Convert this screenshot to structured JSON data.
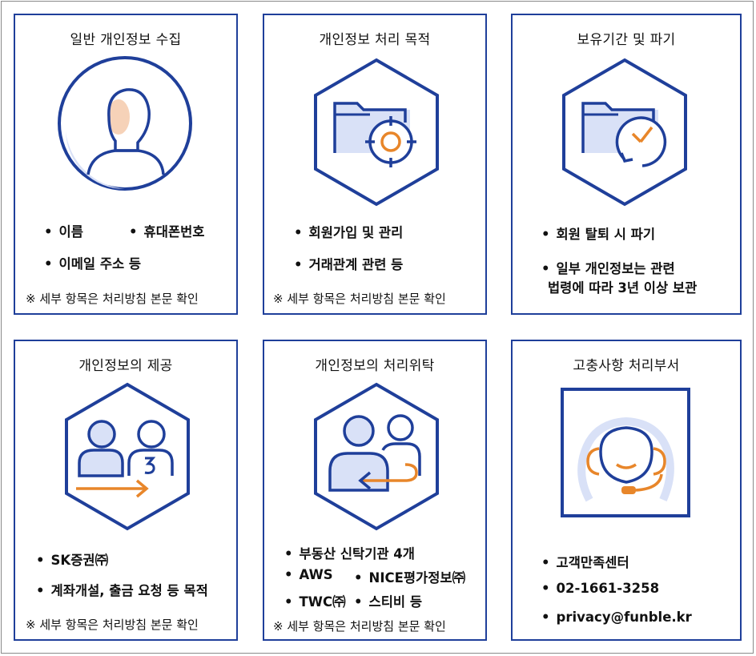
{
  "cards": {
    "general": {
      "title": "일반 개인정보 수집",
      "items": [
        "이름",
        "휴대폰번호",
        "이메일 주소 등"
      ],
      "note": "※ 세부 항목은 처리방침 본문 확인"
    },
    "purpose": {
      "title": "개인정보 처리 목적",
      "items": [
        "회원가입 및 관리",
        "거래관계 관련 등"
      ],
      "note": "※ 세부 항목은 처리방침 본문 확인"
    },
    "retention": {
      "title": "보유기간 및 파기",
      "items": [
        "회원 탈퇴 시 파기",
        "일부 개인정보는 관련",
        "법령에 따라 3년 이상 보관"
      ]
    },
    "provision": {
      "title": "개인정보의 제공",
      "items": [
        "SK증권㈜",
        "계좌개설, 출금 요청 등 목적"
      ],
      "note": "※ 세부 항목은 처리방침 본문 확인"
    },
    "outsourcing": {
      "title": "개인정보의 처리위탁",
      "items": [
        "부동산 신탁기관 4개",
        "AWS",
        "NICE평가정보㈜",
        "TWC㈜",
        "스티비 등"
      ],
      "note": "※ 세부 항목은 처리방침 본문 확인"
    },
    "complaints": {
      "title": "고충사항 처리부서",
      "items": [
        "고객만족센터",
        "02-1661-3258",
        "privacy@funble.kr"
      ]
    }
  },
  "colors": {
    "navy": "#1f3f9a",
    "orange": "#e8862a",
    "light_blue": "#d9e1f7",
    "peach": "#f6d2b8"
  },
  "icons": [
    "person-icon",
    "folder-target-icon",
    "folder-clock-icon",
    "two-people-arrow-icon",
    "people-handoff-icon",
    "headset-agent-icon"
  ]
}
